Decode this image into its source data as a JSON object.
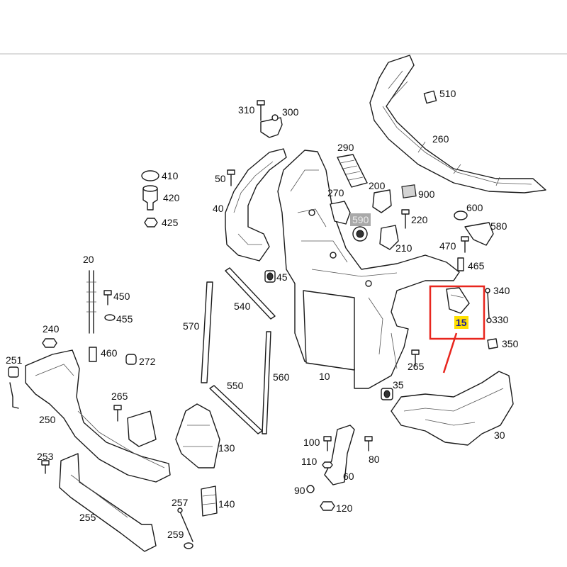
{
  "callout": {
    "color": "#e8261e",
    "highlight_color": "#ffe000"
  },
  "labels": {
    "l510": "510",
    "l310": "310",
    "l300": "300",
    "l260": "260",
    "l290": "290",
    "l410": "410",
    "l420": "420",
    "l425": "425",
    "l50": "50",
    "l40": "40",
    "l270": "270",
    "l200": "200",
    "l900": "900",
    "l600": "600",
    "l590": "590",
    "l220": "220",
    "l580": "580",
    "l210": "210",
    "l470": "470",
    "l465": "465",
    "l20": "20",
    "l45": "45",
    "l340": "340",
    "l450": "450",
    "l540": "540",
    "l455": "455",
    "l330": "330",
    "l570": "570",
    "l15": "15",
    "l240": "240",
    "l350": "350",
    "l460": "460",
    "l272": "272",
    "l251": "251",
    "l265a": "265",
    "l10": "10",
    "l560": "560",
    "l550": "550",
    "l35": "35",
    "l265b": "265",
    "l250": "250",
    "l30": "30",
    "l100": "100",
    "l130": "130",
    "l253": "253",
    "l110": "110",
    "l80": "80",
    "l60": "60",
    "l90": "90",
    "l257": "257",
    "l140": "140",
    "l255": "255",
    "l120": "120",
    "l259": "259"
  }
}
